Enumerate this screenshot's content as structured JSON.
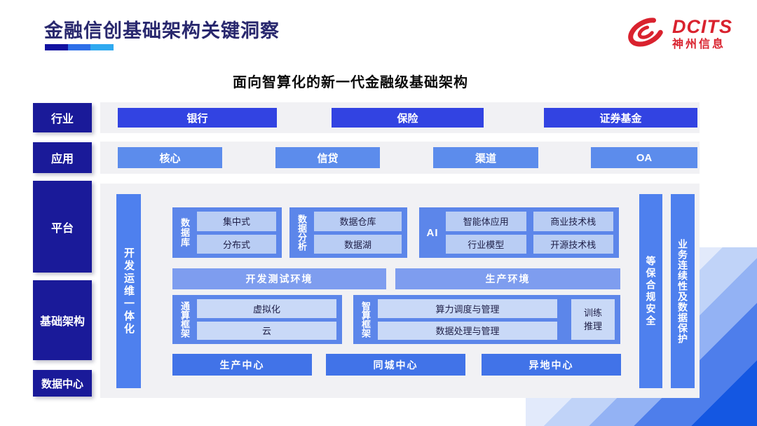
{
  "page": {
    "title": "金融信创基础架构关键洞察",
    "subtitle": "面向智算化的新一代金融级基础架构"
  },
  "logo": {
    "brand": "DCITS",
    "company": "神州信息",
    "brand_color": "#D9222E"
  },
  "colors": {
    "title_navy": "#29286E",
    "sidebar_navy": "#1A1A99",
    "industry_box_blue": "#3243E2",
    "application_box_blue": "#5C8CEC",
    "group_container_blue": "#5C86EA",
    "vertical_bar_blue": "#4E80EE",
    "inner_box_light": "#B9CDF4",
    "env_bar_blue": "#7E9DEF",
    "center_bar_blue": "#4173E8",
    "panel_gray": "#F1F1F4"
  },
  "sidebar": {
    "items": [
      {
        "label": "行业"
      },
      {
        "label": "应用"
      },
      {
        "label": "平台"
      },
      {
        "label": "基础架构"
      },
      {
        "label": "数据中心"
      }
    ]
  },
  "industry_row": {
    "items": [
      "银行",
      "保险",
      "证券基金"
    ]
  },
  "application_row": {
    "items": [
      "核心",
      "信贷",
      "渠道",
      "OA"
    ]
  },
  "platform": {
    "devops_bar": "开发运维一体化",
    "database_group": {
      "label": "数据库",
      "items": [
        "集中式",
        "分布式"
      ]
    },
    "analytics_group": {
      "label": "数据分析",
      "items": [
        "数据仓库",
        "数据湖"
      ]
    },
    "ai_group": {
      "label": "AI",
      "items": [
        "智能体应用",
        "商业技术栈",
        "行业模型",
        "开源技术栈"
      ]
    },
    "env_bars": [
      "开发测试环境",
      "生产环境"
    ],
    "general_compute_group": {
      "label": "通算框架",
      "items": [
        "虚拟化",
        "云"
      ]
    },
    "ai_compute_group": {
      "label": "智算框架",
      "items": [
        "算力调度与管理",
        "数据处理与管理"
      ],
      "side_item": "训练推理"
    },
    "centers": [
      "生产中心",
      "同城中心",
      "异地中心"
    ],
    "security_bar": "等保合规安全",
    "continuity_bar": "业务连续性及数据保护"
  }
}
